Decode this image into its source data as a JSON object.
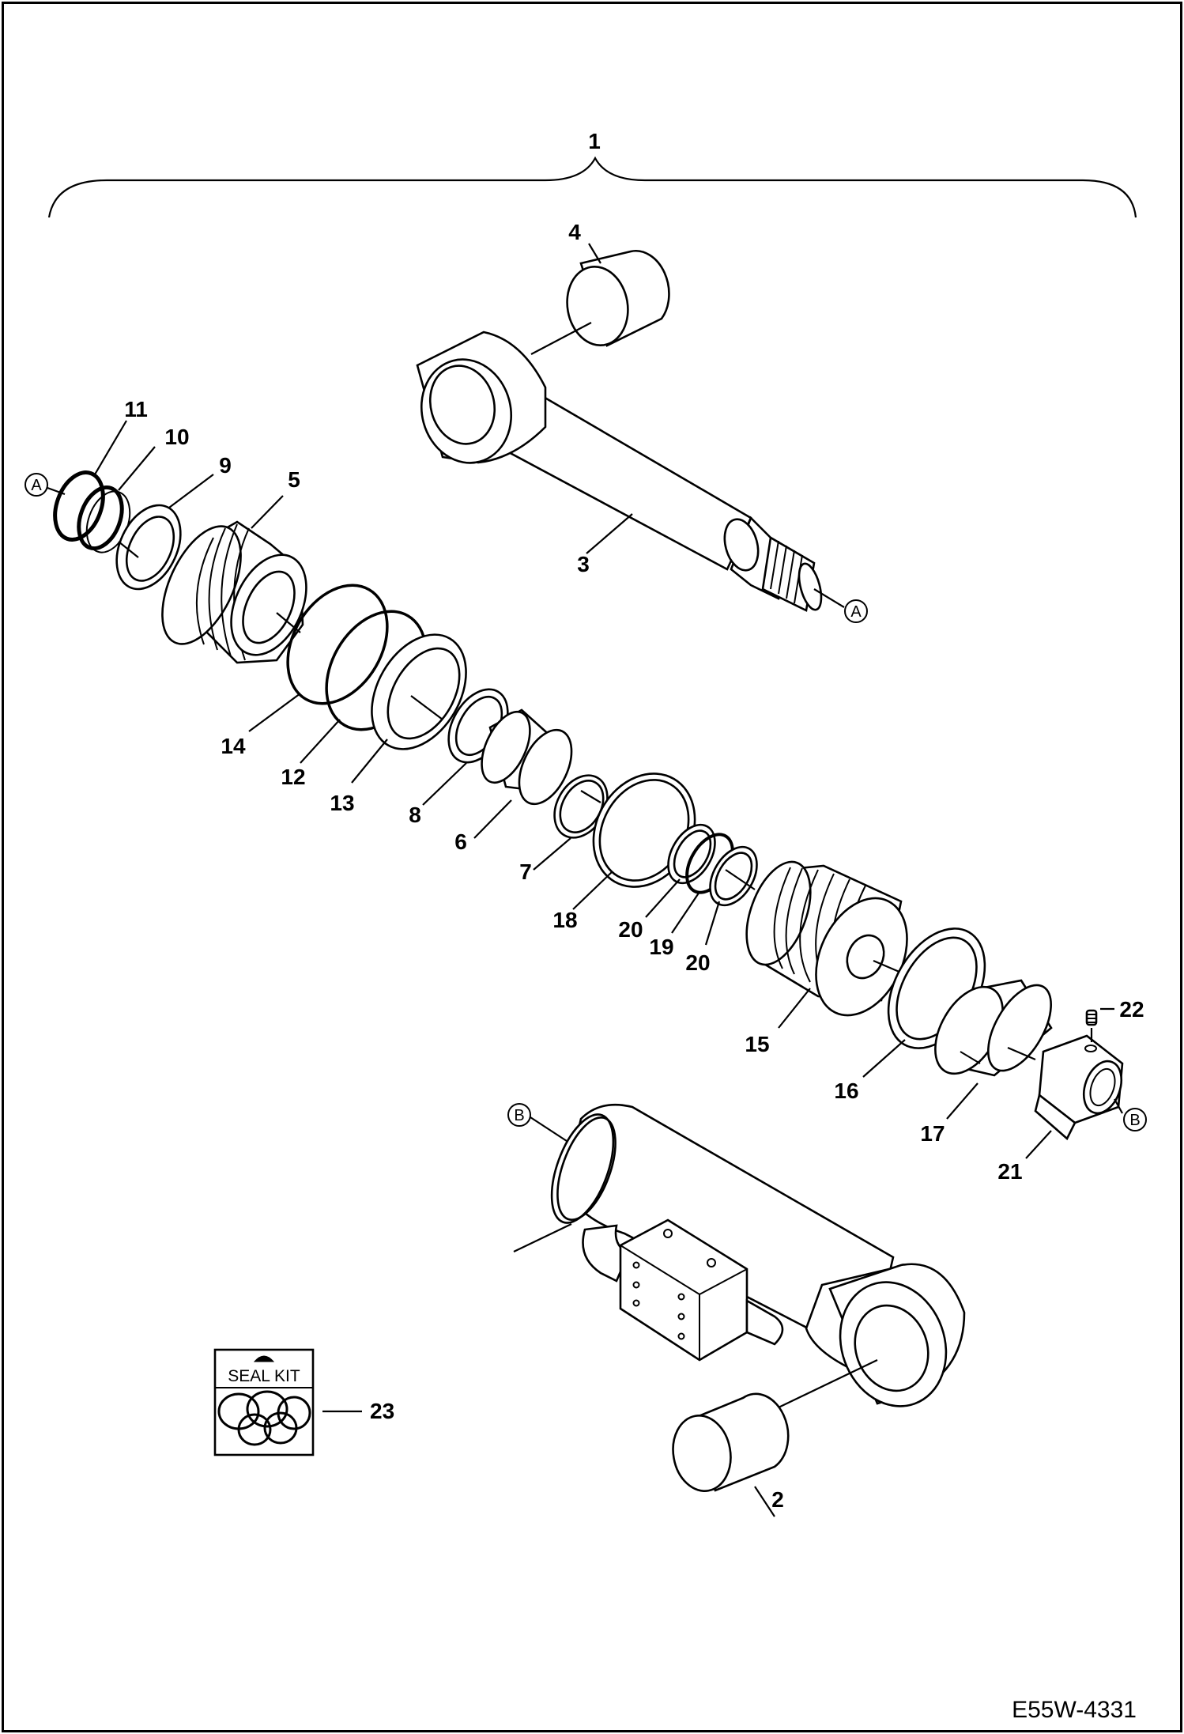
{
  "drawing_code": "E55W-4331",
  "assembly_label": "1",
  "seal_kit": {
    "label": "SEAL KIT",
    "item": "23"
  },
  "reference_marks": {
    "a": "A",
    "b": "B"
  },
  "parts": {
    "p2": "2",
    "p3": "3",
    "p4": "4",
    "p5": "5",
    "p6": "6",
    "p7": "7",
    "p8": "8",
    "p9": "9",
    "p10": "10",
    "p11": "11",
    "p12": "12",
    "p13": "13",
    "p14": "14",
    "p15": "15",
    "p16": "16",
    "p17": "17",
    "p18": "18",
    "p19": "19",
    "p20a": "20",
    "p20b": "20",
    "p21": "21",
    "p22": "22"
  }
}
